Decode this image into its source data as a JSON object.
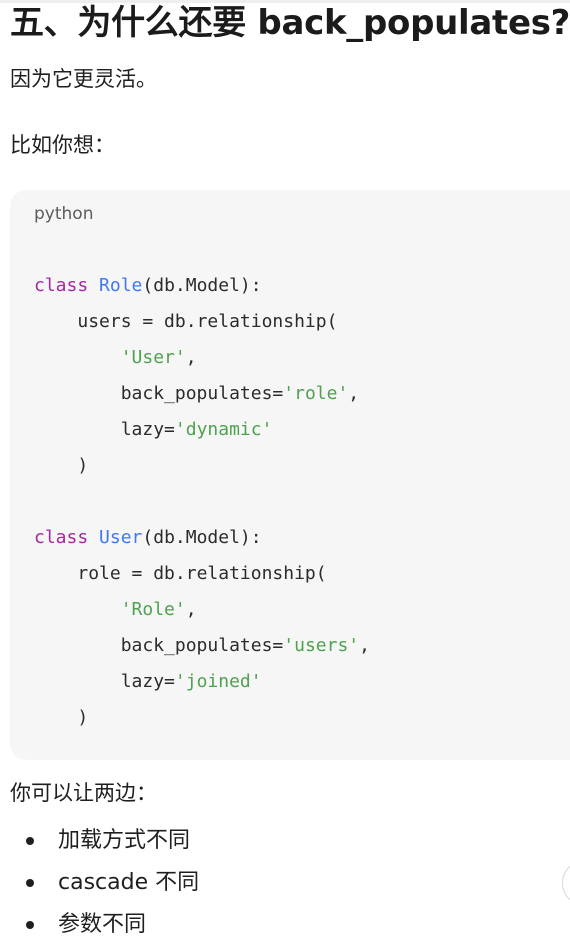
{
  "heading": "五、为什么还要 back_populates?",
  "intro_text": "因为它更灵活。",
  "example_lead": "比如你想：",
  "code": {
    "language": "python",
    "lines": [
      {
        "indent": "",
        "parts": [
          {
            "t": "class ",
            "c": "kw"
          },
          {
            "t": "Role",
            "c": "cls"
          },
          {
            "t": "(db.Model):",
            "c": "plain"
          }
        ]
      },
      {
        "indent": "    ",
        "parts": [
          {
            "t": "users = db.relationship(",
            "c": "plain"
          }
        ]
      },
      {
        "indent": "        ",
        "parts": [
          {
            "t": "'User'",
            "c": "str"
          },
          {
            "t": ",",
            "c": "plain"
          }
        ]
      },
      {
        "indent": "        ",
        "parts": [
          {
            "t": "back_populates=",
            "c": "plain"
          },
          {
            "t": "'role'",
            "c": "str"
          },
          {
            "t": ",",
            "c": "plain"
          }
        ]
      },
      {
        "indent": "        ",
        "parts": [
          {
            "t": "lazy=",
            "c": "plain"
          },
          {
            "t": "'dynamic'",
            "c": "str"
          }
        ]
      },
      {
        "indent": "    ",
        "parts": [
          {
            "t": ")",
            "c": "plain"
          }
        ]
      },
      {
        "indent": "",
        "parts": []
      },
      {
        "indent": "",
        "parts": [
          {
            "t": "class ",
            "c": "kw"
          },
          {
            "t": "User",
            "c": "cls"
          },
          {
            "t": "(db.Model):",
            "c": "plain"
          }
        ]
      },
      {
        "indent": "    ",
        "parts": [
          {
            "t": "role = db.relationship(",
            "c": "plain"
          }
        ]
      },
      {
        "indent": "        ",
        "parts": [
          {
            "t": "'Role'",
            "c": "str"
          },
          {
            "t": ",",
            "c": "plain"
          }
        ]
      },
      {
        "indent": "        ",
        "parts": [
          {
            "t": "back_populates=",
            "c": "plain"
          },
          {
            "t": "'users'",
            "c": "str"
          },
          {
            "t": ",",
            "c": "plain"
          }
        ]
      },
      {
        "indent": "        ",
        "parts": [
          {
            "t": "lazy=",
            "c": "plain"
          },
          {
            "t": "'joined'",
            "c": "str"
          }
        ]
      },
      {
        "indent": "    ",
        "parts": [
          {
            "t": ")",
            "c": "plain"
          }
        ]
      }
    ]
  },
  "both_sides_lead": "你可以让两边：",
  "bullets": [
    "加载方式不同",
    "cascade 不同",
    "参数不同"
  ],
  "colors": {
    "keyword": "#a626a4",
    "class_name": "#4078f2",
    "string": "#50a14f",
    "code_background": "#f6f6f6"
  }
}
